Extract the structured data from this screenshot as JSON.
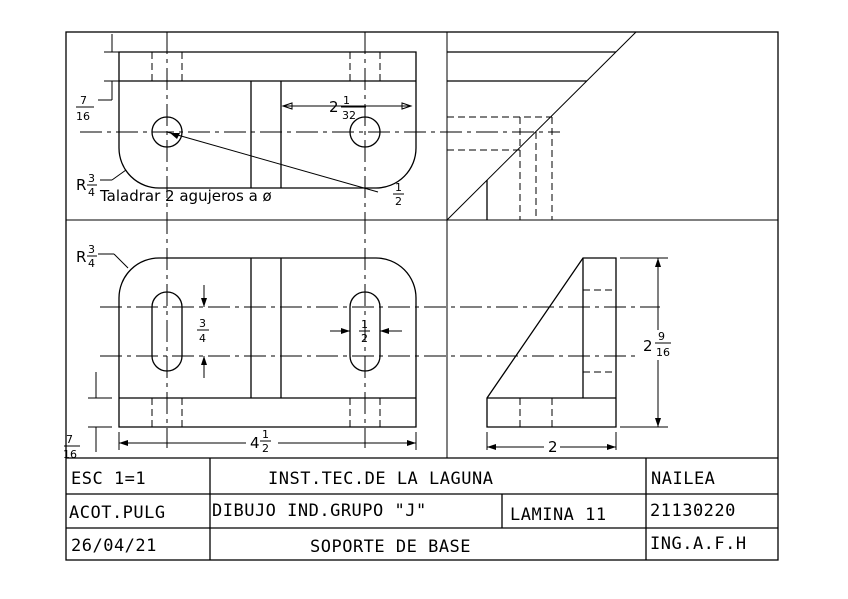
{
  "title_block": {
    "scale": "ESC 1=1",
    "institute": "INST.TEC.DE LA LAGUNA",
    "author": "NAILEA",
    "units": "ACOT.PULG",
    "course": "DIBUJO IND.GRUPO \"J\"",
    "sheet": "LAMINA 11",
    "student_id": "21130220",
    "date": "26/04/21",
    "part_name": "SOPORTE DE BASE",
    "instructor": "ING.A.F.H"
  },
  "dimensions": {
    "top_hole_spacing": {
      "whole": "2",
      "num": "1",
      "den": "32"
    },
    "top_thickness": {
      "num": "7",
      "den": "16"
    },
    "top_radius": {
      "prefix": "R",
      "num": "3",
      "den": "4"
    },
    "drill_note": {
      "text": "Taladrar 2 agujeros a ø",
      "num": "1",
      "den": "2"
    },
    "front_radius": {
      "prefix": "R",
      "num": "3",
      "den": "4"
    },
    "slot_length": {
      "num": "3",
      "den": "4"
    },
    "slot_width": {
      "num": "1",
      "den": "2"
    },
    "height": {
      "whole": "2",
      "num": "9",
      "den": "16"
    },
    "bottom_thickness": {
      "num": "7",
      "den": "16"
    },
    "overall_length": {
      "whole": "4",
      "num": "1",
      "den": "2"
    },
    "side_width": "2"
  }
}
